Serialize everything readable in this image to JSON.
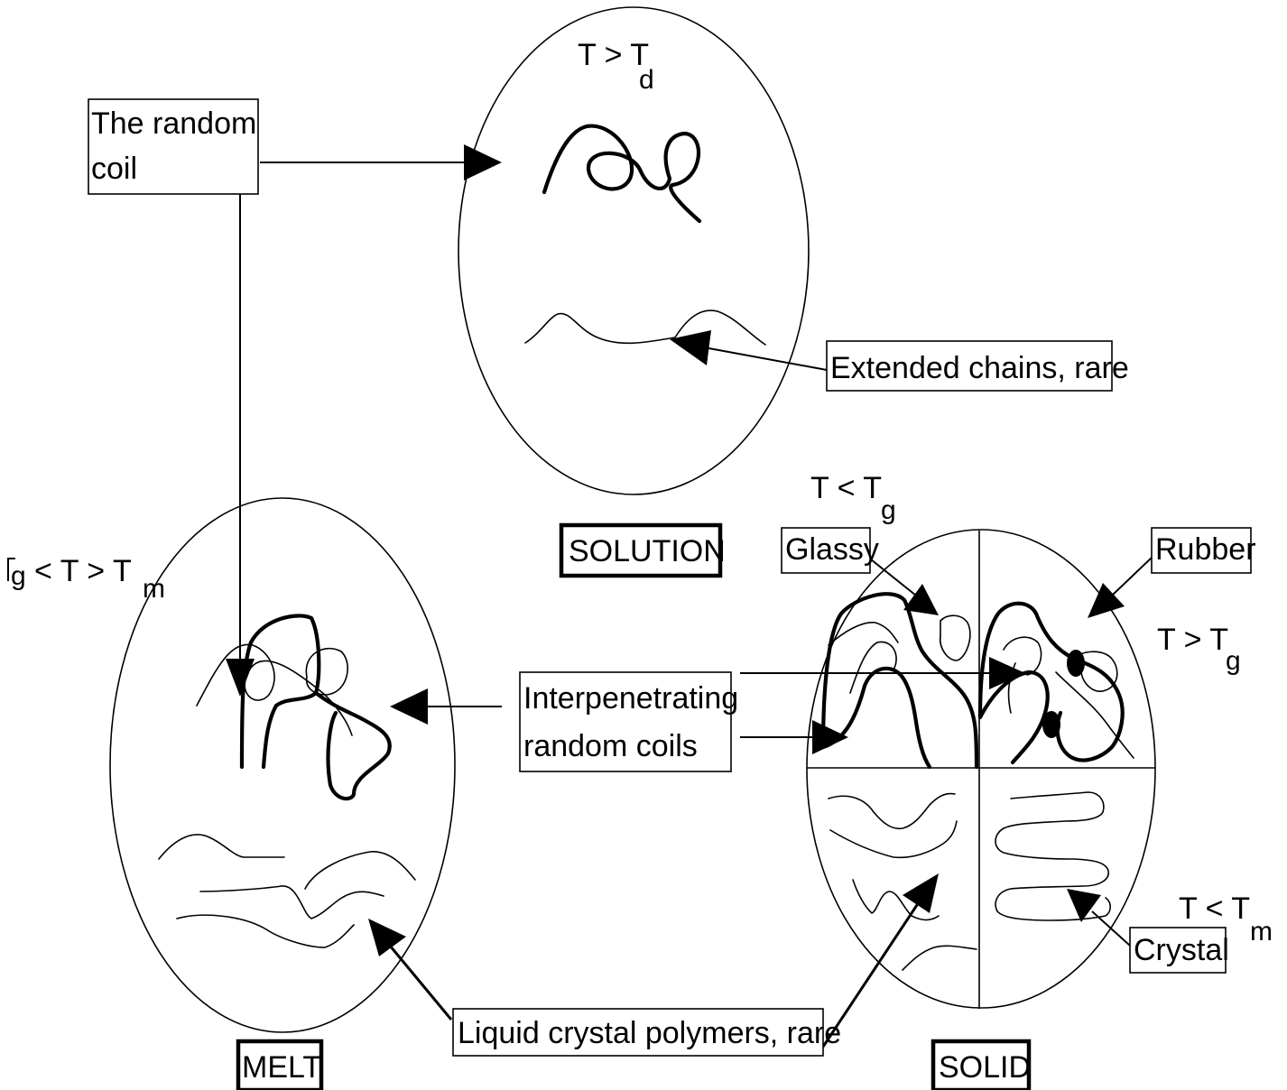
{
  "labels": {
    "random_coil_line1": "The random",
    "random_coil_line2": "coil",
    "solution_temp_main": "T > T",
    "solution_temp_sub": "d",
    "extended_chains": "Extended chains, rare",
    "solution_title": "SOLUTION",
    "melt_temp_left_sub": "g",
    "melt_temp_main": " < T > T",
    "melt_temp_sub": "m",
    "melt_title": "MELT",
    "glassy_temp_main": "T < T",
    "glassy_temp_sub": "g",
    "glassy": "Glassy",
    "rubber": "Rubber",
    "rubber_temp_main": "T > T",
    "rubber_temp_sub": "g",
    "interpenetrating_line1": "Interpenetrating",
    "interpenetrating_line2": "random coils",
    "crystal_temp_main": "T < T",
    "crystal_temp_sub": "m",
    "crystal": "Crystal",
    "liquid_crystal": "Liquid crystal polymers, rare",
    "solid_title": "SOLID"
  }
}
